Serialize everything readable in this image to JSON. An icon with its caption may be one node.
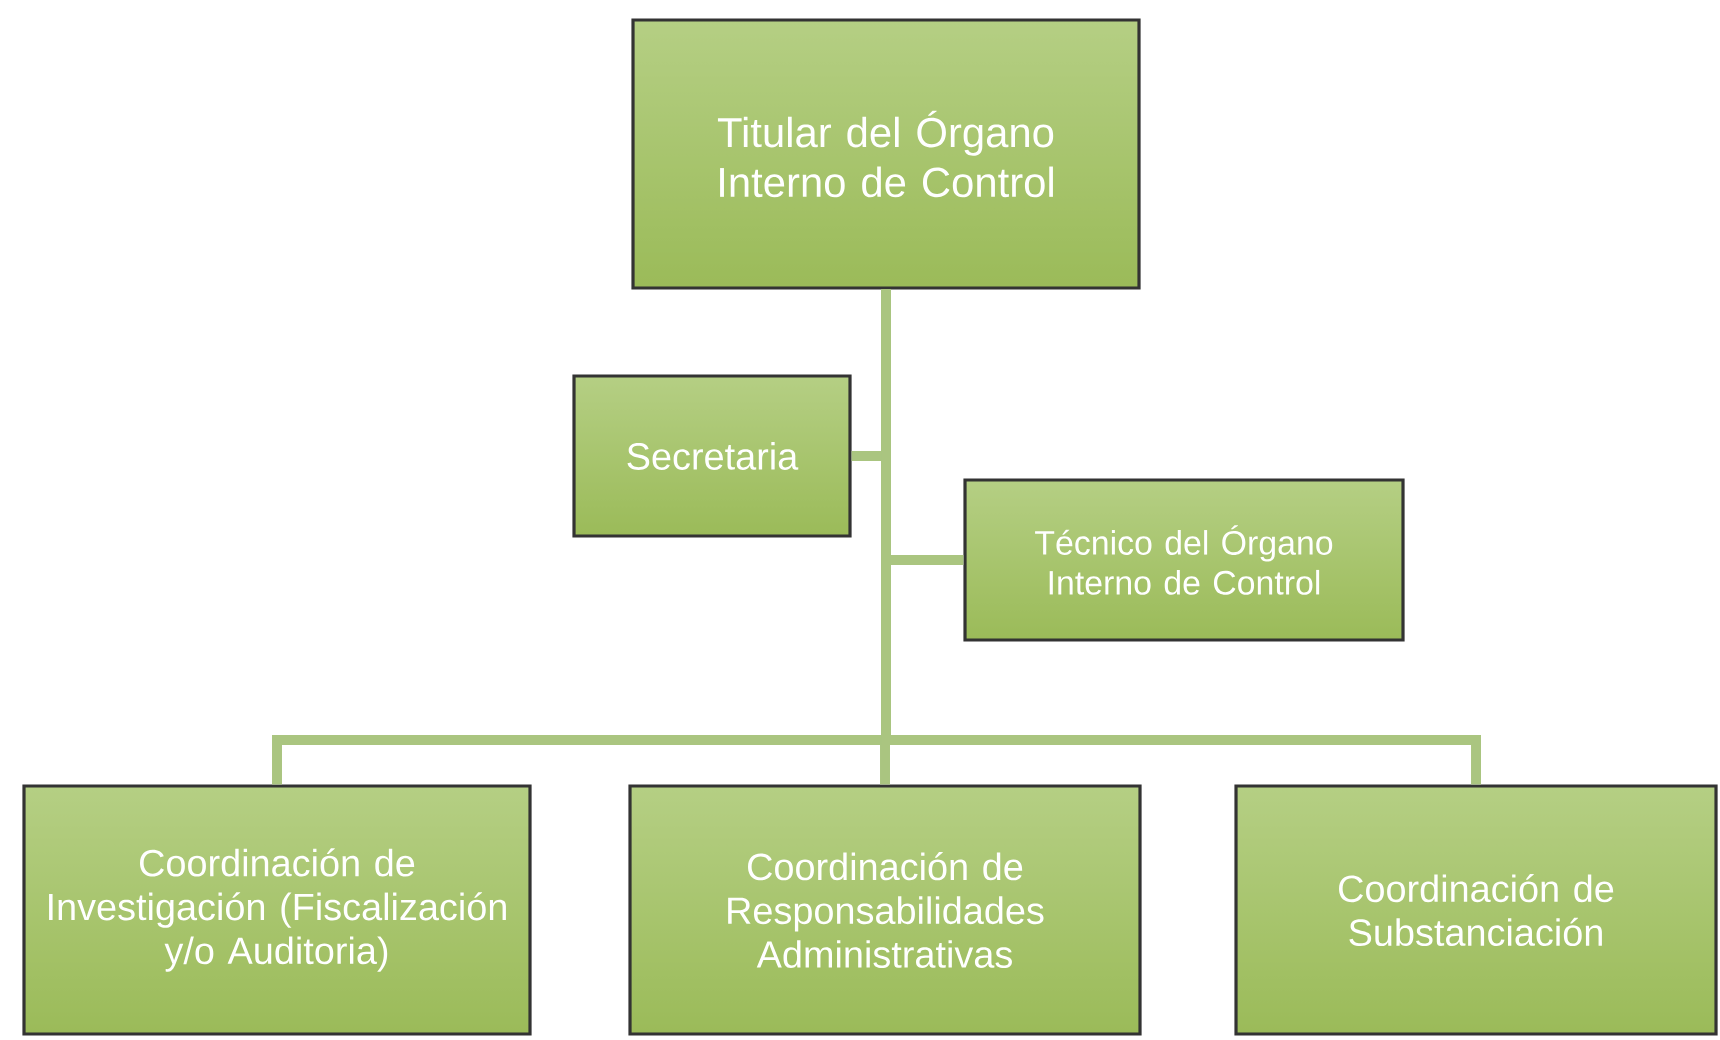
{
  "diagram": {
    "nodes": [
      {
        "text": [
          "Titular del Órgano Interno de Control"
        ]
      },
      {
        "text": [
          "Secretaria"
        ]
      },
      {
        "text": [
          "Técnico del Órgano Interno de Control"
        ]
      },
      {
        "text": [
          "Coordinación de Investigación (Fiscalización y/o Auditoria)"
        ]
      },
      {
        "text": [
          "Coordinación de Responsabilidades Administrativas"
        ]
      },
      {
        "text": [
          "Coordinación de Substanciación"
        ]
      }
    ],
    "edges": [
      {
        "from": 0,
        "to": 1,
        "arrow": "none"
      },
      {
        "from": 0,
        "to": 2,
        "arrow": "none"
      },
      {
        "from": 0,
        "to": 3,
        "arrow": "none"
      },
      {
        "from": 0,
        "to": 4,
        "arrow": "none"
      },
      {
        "from": 0,
        "to": 5,
        "arrow": "none"
      }
    ]
  }
}
